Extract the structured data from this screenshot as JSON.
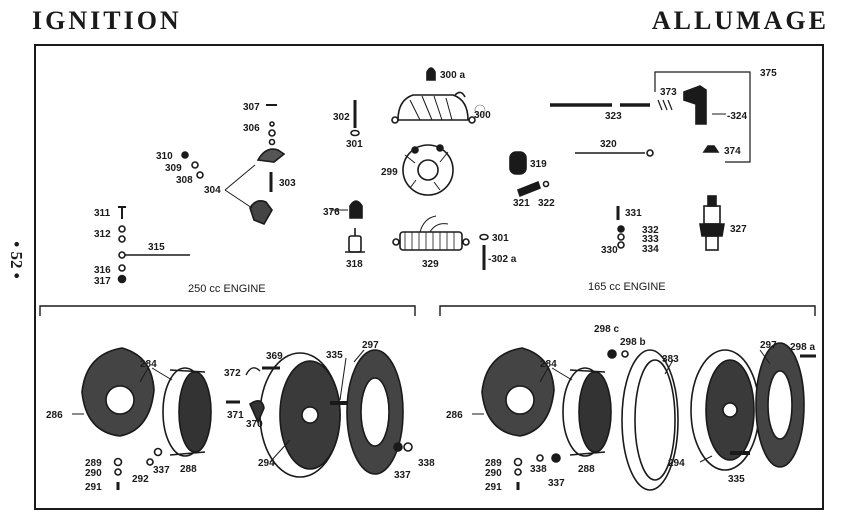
{
  "header": {
    "left_title": "IGNITION",
    "right_title": "ALLUMAGE",
    "page_number": "• 52 •"
  },
  "sections": {
    "left_engine": "250 cc ENGINE",
    "right_engine": "165 cc ENGINE"
  },
  "labels": {
    "p300a": "300 a",
    "p300": "300",
    "p301": "301",
    "p302": "302",
    "p303": "303",
    "p304": "304",
    "p306": "306",
    "p307": "307",
    "p308": "308",
    "p309": "309",
    "p310": "310",
    "p311": "311",
    "p312": "312",
    "p315": "315",
    "p316": "316",
    "p317": "317",
    "p318": "318",
    "p319": "319",
    "p320": "320",
    "p321": "321",
    "p322": "322",
    "p323": "323",
    "p324": "-324",
    "p327": "327",
    "p329": "329",
    "p330": "330",
    "p331": "331",
    "p332": "332",
    "p333": "333",
    "p334": "334",
    "p373": "373",
    "p374": "374",
    "p375": "375",
    "p376": "376",
    "p299": "299",
    "p301b": "301",
    "p302a": "-302 a",
    "l284": "284",
    "l286": "286",
    "l288": "288",
    "l289": "289",
    "l290": "290",
    "l291": "291",
    "l292": "292",
    "l294": "294",
    "l297": "297",
    "l335": "335",
    "l337": "337",
    "l337b": "337",
    "l338": "338",
    "l369": "369",
    "l370": "370",
    "l371": "371",
    "l372": "372",
    "r284": "284",
    "r286": "286",
    "r288": "288",
    "r289": "289",
    "r290": "290",
    "r291": "291",
    "r294": "294",
    "r297": "297",
    "r298a": "298 a",
    "r298b": "298 b",
    "r298c": "298 c",
    "r335": "335",
    "r337": "337",
    "r338": "338",
    "r383": "383"
  }
}
